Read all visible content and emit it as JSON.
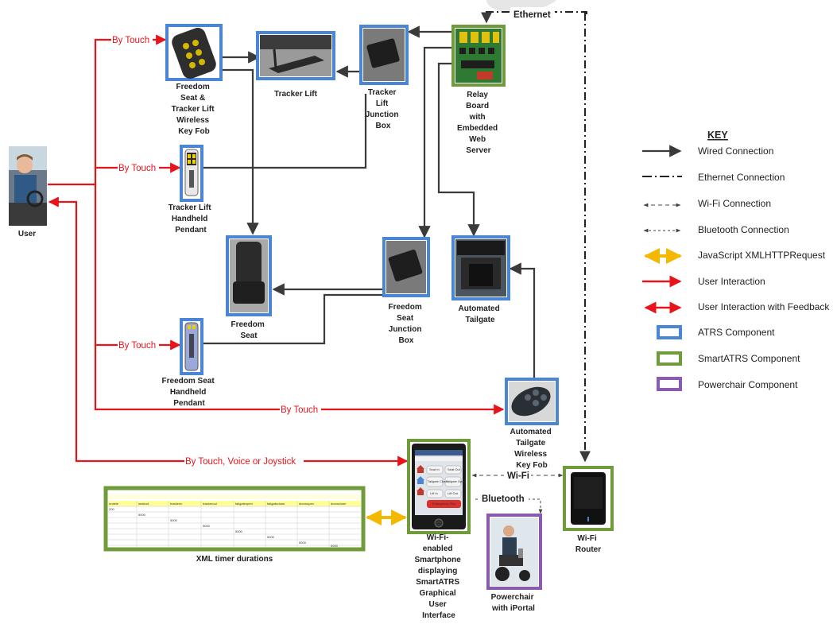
{
  "components": {
    "user": {
      "label": [
        "User"
      ]
    },
    "freedom_keyfob": {
      "label": [
        "Freedom",
        "Seat &",
        "Tracker Lift",
        "Wireless",
        "Key Fob"
      ]
    },
    "tracker_lift": {
      "label": [
        "Tracker Lift"
      ]
    },
    "tracker_junction": {
      "label": [
        "Tracker",
        "Lift",
        "Junction",
        "Box"
      ]
    },
    "relay_board": {
      "label": [
        "Relay",
        "Board",
        "with",
        "Embedded",
        "Web",
        "Server"
      ]
    },
    "tracker_pendant": {
      "label": [
        "Tracker Lift",
        "Handheld",
        "Pendant"
      ]
    },
    "freedom_seat": {
      "label": [
        "Freedom",
        "Seat"
      ]
    },
    "seat_junction": {
      "label": [
        "Freedom",
        "Seat",
        "Junction",
        "Box"
      ]
    },
    "tailgate": {
      "label": [
        "Automated",
        "Tailgate"
      ]
    },
    "seat_pendant": {
      "label": [
        "Freedom Seat",
        "Handheld",
        "Pendant"
      ]
    },
    "tailgate_keyfob": {
      "label": [
        "Automated",
        "Tailgate",
        "Wireless",
        "Key Fob"
      ]
    },
    "smartphone": {
      "label": [
        "Wi-Fi-",
        "enabled",
        "Smartphone",
        "displaying",
        "SmartATRS",
        "Graphical",
        "User",
        "Interface"
      ]
    },
    "wifi_router": {
      "label": [
        "Wi-Fi",
        "Router"
      ]
    },
    "xml_timer": {
      "label": [
        "XML timer durations"
      ]
    },
    "powerchair": {
      "label": [
        "Powerchair",
        "with iPortal"
      ]
    }
  },
  "connections": {
    "by_touch": "By Touch",
    "by_touch_voice_joystick": "By Touch, Voice or Joystick",
    "ethernet": "Ethernet",
    "wifi": "Wi-Fi",
    "bluetooth": "Bluetooth"
  },
  "key": {
    "title": "KEY",
    "items": [
      {
        "label": "Wired Connection",
        "color": "#444444"
      },
      {
        "label": "Ethernet Connection",
        "color": "#222222"
      },
      {
        "label": "Wi-Fi Connection",
        "color": "#444444"
      },
      {
        "label": "Bluetooth Connection",
        "color": "#444444"
      },
      {
        "label": "JavaScript XMLHTTPRequest",
        "color": "#f5b800"
      },
      {
        "label": "User Interaction",
        "color": "#e8141b"
      },
      {
        "label": "User Interaction with Feedback",
        "color": "#e8141b"
      },
      {
        "label": "ATRS Component",
        "color": "#4a86d4"
      },
      {
        "label": "SmartATRS Component",
        "color": "#6f9b3a"
      },
      {
        "label": "Powerchair Component",
        "color": "#8a5ab0"
      }
    ]
  },
  "xml_table": {
    "headers": [
      "enable",
      "seatout",
      "trackerin",
      "trackerout",
      "tailgateopen",
      "tailgateclose",
      "doorsopen",
      "doorsclose"
    ],
    "values": [
      "200",
      "5000",
      "5000",
      "5000",
      "5000",
      "5000",
      "5000",
      "5000"
    ]
  },
  "phone_ui": {
    "buttons": [
      "Seat In",
      "Seat Out",
      "Tailgate Close",
      "Tailgate Open",
      "Lift In",
      "Lift Out"
    ],
    "emergency": "Emergency Stop"
  }
}
